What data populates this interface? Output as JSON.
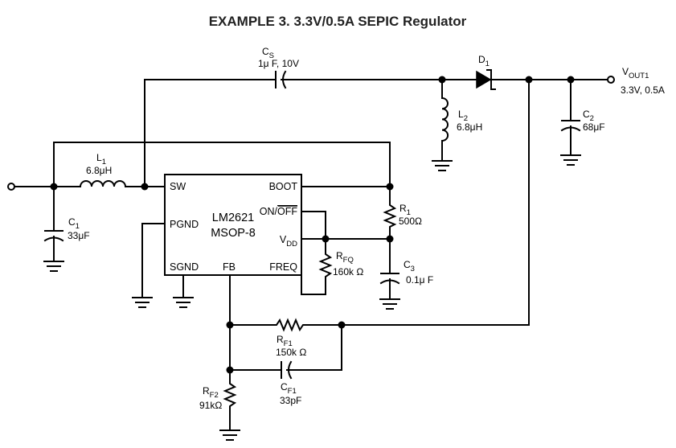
{
  "title": "EXAMPLE 3. 3.3V/0.5A SEPIC Regulator",
  "chip": {
    "name": "LM2621",
    "package": "MSOP-8",
    "pins": {
      "sw": "SW",
      "pgnd": "PGND",
      "sgnd": "SGND",
      "fb": "FB",
      "boot": "BOOT",
      "onoff_prefix": "ON/",
      "onoff_bar": "OFF",
      "vdd_main": "V",
      "vdd_sub": "DD",
      "freq": "FREQ"
    }
  },
  "components": {
    "cs": {
      "ref": "C",
      "sub": "S",
      "value": "1μ F, 10V"
    },
    "d1": {
      "ref": "D",
      "sub": "1"
    },
    "vout": {
      "ref": "V",
      "sub": "OUT1",
      "value": "3.3V, 0.5A"
    },
    "l1": {
      "ref": "L",
      "sub": "1",
      "value": "6.8μH"
    },
    "l2": {
      "ref": "L",
      "sub": "2",
      "value": "6.8μH"
    },
    "c1": {
      "ref": "C",
      "sub": "1",
      "value": "33μF"
    },
    "c2": {
      "ref": "C",
      "sub": "2",
      "value": "68μF"
    },
    "c3": {
      "ref": "C",
      "sub": "3",
      "value": "0.1μ F"
    },
    "r1": {
      "ref": "R",
      "sub": "1",
      "value": "500Ω"
    },
    "rfq": {
      "ref": "R",
      "sub": "FQ",
      "value": "160k Ω"
    },
    "rf1": {
      "ref": "R",
      "sub": "F1",
      "value": "150k Ω"
    },
    "cf1": {
      "ref": "C",
      "sub": "F1",
      "value": "33pF"
    },
    "rf2": {
      "ref": "R",
      "sub": "F2",
      "value": "91kΩ"
    }
  }
}
